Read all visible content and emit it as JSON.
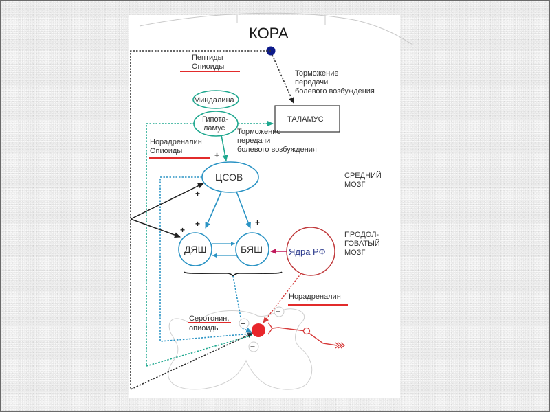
{
  "title": "КОРА",
  "colors": {
    "teal": "#1fa88f",
    "blue": "#2a93c4",
    "red": "#e22b2b",
    "dark_red": "#c0393b",
    "navy": "#0d1a8a",
    "black": "#222222",
    "magenta": "#c0185a"
  },
  "labels": {
    "peptides": [
      "Пептиды",
      "Опиоиды"
    ],
    "inhibition_top": [
      "Торможение",
      "передачи",
      "болевого возбуждения"
    ],
    "inhibition_mid": [
      "Торможение",
      "передачи",
      "болевого возбуждения"
    ],
    "noradrenaline_opioids": [
      "Норадреналин",
      "Опиоиды"
    ],
    "midbrain": [
      "СРЕДНИЙ",
      "МОЗГ"
    ],
    "medulla": [
      "ПРОДОЛ-",
      "ГОВАТЫЙ",
      "МОЗГ"
    ],
    "noradrenaline": "Норадреналин",
    "serotonin_opioids": [
      "Серотонин,",
      "опиоиды"
    ]
  },
  "nodes": {
    "amygdala": "Миндалина",
    "hypothalamus": [
      "Гипота-",
      "ламус"
    ],
    "thalamus": "ТАЛАМУС",
    "csov": "ЦСОВ",
    "dyash": "ДЯШ",
    "byash": "БЯШ",
    "rf_nuclei": "Ядра РФ"
  },
  "signs": {
    "plus": "+",
    "minus": "−"
  }
}
